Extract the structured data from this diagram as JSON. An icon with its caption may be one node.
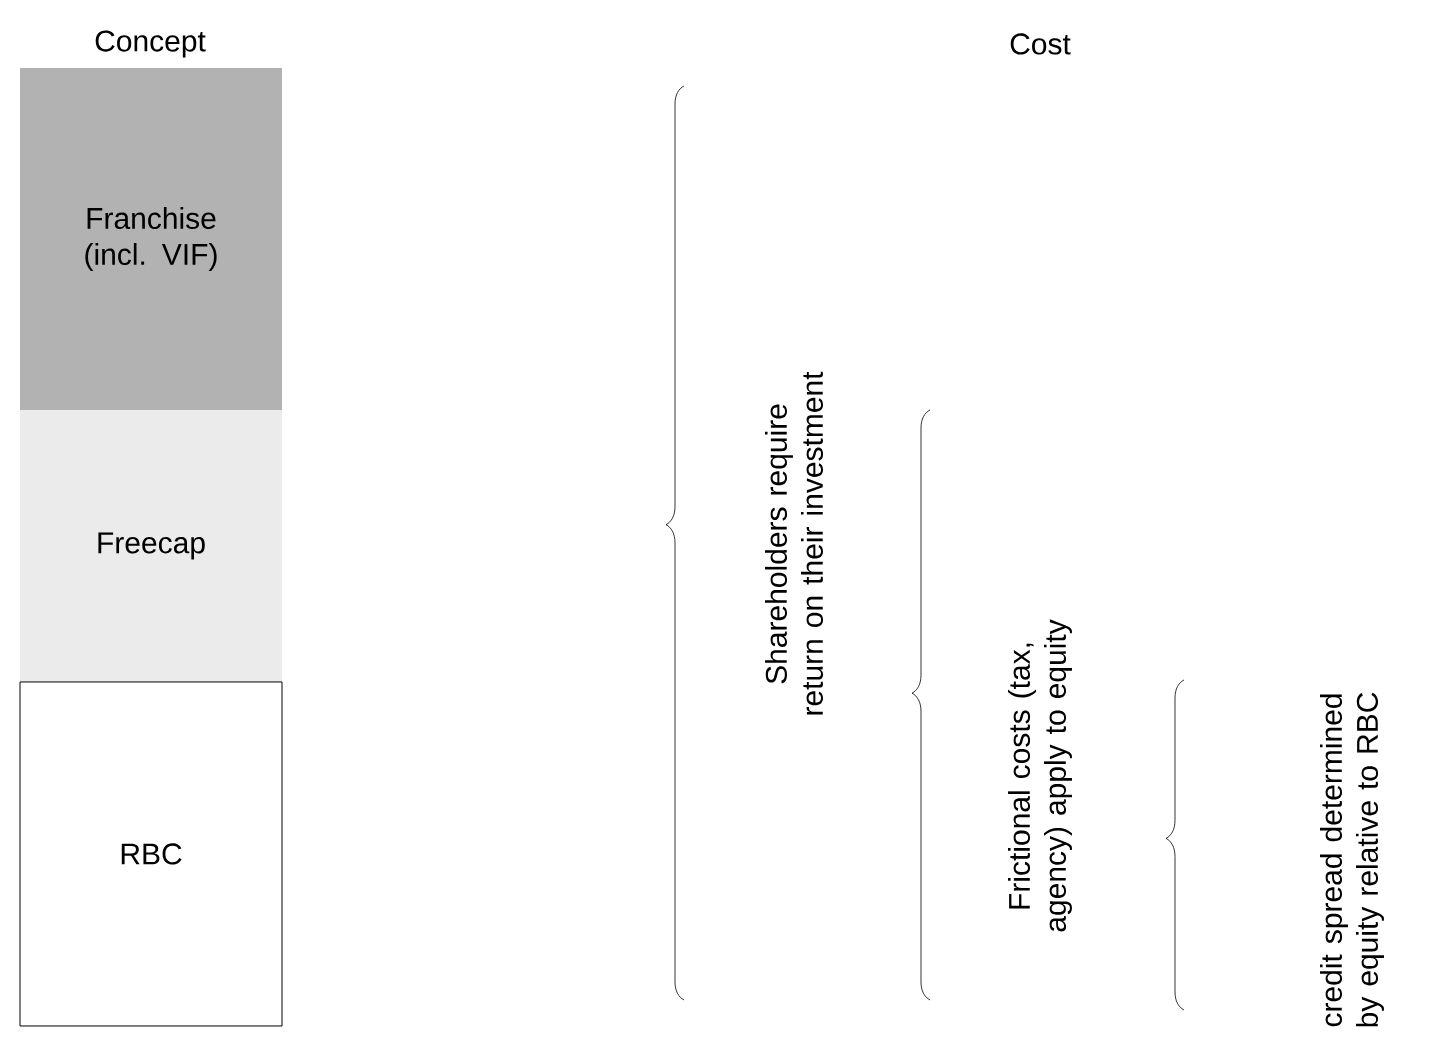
{
  "diagram": {
    "nodes": [
      {
        "text": [
          "Franchise (incl. VIF)"
        ]
      },
      {
        "text": [
          "Freecap"
        ]
      },
      {
        "text": [
          "RBC"
        ]
      }
    ],
    "labels": [
      "Concept",
      "Cost",
      "Shareholders require return on their investment",
      "Frictional costs (tax, agency) apply to equity",
      "credit spread determined by equity relative to RBC"
    ]
  }
}
